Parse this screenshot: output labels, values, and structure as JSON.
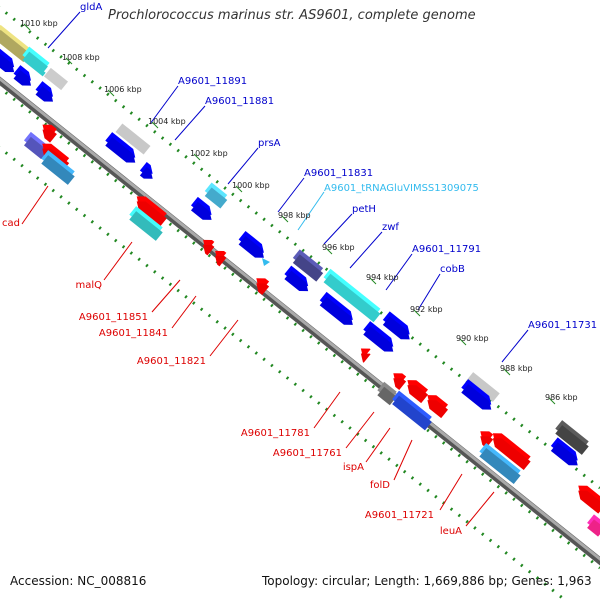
{
  "title": "Prochlorococcus marinus str. AS9601, complete genome",
  "accession_text": "Accession: NC_008816",
  "topology_text": "Topology: circular",
  "length_text": "Length: 1,669,886 bp",
  "genes_text": "Genes: 1,963",
  "colors": {
    "forward_gene": "#0000dd",
    "reverse_gene": "#ee0000",
    "trna": "#33bbee",
    "backbone": "#777777",
    "grid_dots": "#228822"
  },
  "kbp_labels": [
    "1010 kbp",
    "1008 kbp",
    "1006 kbp",
    "1004 kbp",
    "1002 kbp",
    "1000 kbp",
    "998 kbp",
    "996 kbp",
    "994 kbp",
    "992 kbp",
    "990 kbp",
    "988 kbp",
    "986 kbp"
  ],
  "gene_labels_forward": [
    "gldA",
    "A9601_11891",
    "A9601_11881",
    "prsA",
    "A9601_11831",
    "petH",
    "zwf",
    "A9601_11791",
    "cobB",
    "A9601_11731"
  ],
  "gene_label_trna": "A9601_tRNAGluVIMSS1309075",
  "gene_labels_reverse": [
    "cad",
    "malQ",
    "A9601_11851",
    "A9601_11841",
    "A9601_11821",
    "A9601_11781",
    "A9601_11761",
    "ispA",
    "folD",
    "A9601_11721",
    "leuA"
  ]
}
